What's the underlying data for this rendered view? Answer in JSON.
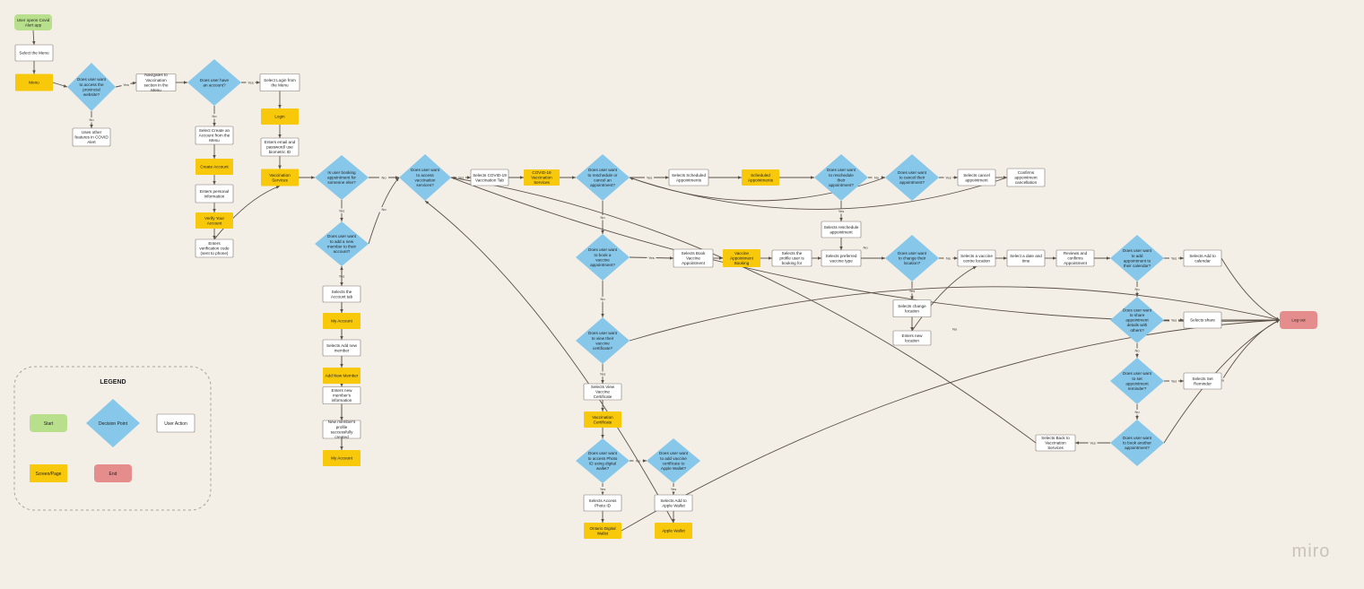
{
  "colors": {
    "background": "#f4efe6",
    "start": "#b8df8c",
    "decision": "#86c7ea",
    "screen": "#f8c80a",
    "action": "#ffffff",
    "end": "#e48d8c",
    "edge": "#5a5048"
  },
  "legend": {
    "title": "LEGEND",
    "items": [
      {
        "type": "start",
        "label": "Start"
      },
      {
        "type": "decision",
        "label": "Decision Point"
      },
      {
        "type": "action",
        "label": "User Action"
      },
      {
        "type": "screen",
        "label": "Screen/Page"
      },
      {
        "type": "end",
        "label": "End"
      }
    ]
  },
  "brand": "miro",
  "nodes": [
    {
      "id": "n1",
      "type": "start",
      "text": "User opens Covid Alert app"
    },
    {
      "id": "n2",
      "type": "action",
      "text": "Select the Menu"
    },
    {
      "id": "n3",
      "type": "screen",
      "text": "Menu"
    },
    {
      "id": "n4",
      "type": "decision",
      "text": "Does user want to access the provincial website?"
    },
    {
      "id": "n5",
      "type": "action",
      "text": "Uses other features in COVID Alert"
    },
    {
      "id": "n6",
      "type": "action",
      "text": "Navigates to Vaccination section in the Menu"
    },
    {
      "id": "n7",
      "type": "decision",
      "text": "Does user have an account?"
    },
    {
      "id": "n8",
      "type": "action",
      "text": "Select Login from the Menu"
    },
    {
      "id": "n9",
      "type": "screen",
      "text": "Login"
    },
    {
      "id": "n10",
      "type": "action",
      "text": "Enters email and password/ use biometric ID"
    },
    {
      "id": "n11",
      "type": "action",
      "text": "Select Create an Account from the Menu"
    },
    {
      "id": "n12",
      "type": "screen",
      "text": "Create Account"
    },
    {
      "id": "n13",
      "type": "action",
      "text": "Enters personal information"
    },
    {
      "id": "n14",
      "type": "screen",
      "text": "Verify Your Account"
    },
    {
      "id": "n15",
      "type": "action",
      "text": "Enters verification code (sent to phone)"
    },
    {
      "id": "n16",
      "type": "screen",
      "text": "Vaccination Services"
    },
    {
      "id": "n17",
      "type": "decision",
      "text": "Is user booking appointment for someone else?"
    },
    {
      "id": "n18",
      "type": "decision",
      "text": "Does user want to add a new member to their account?"
    },
    {
      "id": "n19",
      "type": "action",
      "text": "Selects the Account tab"
    },
    {
      "id": "n20",
      "type": "screen",
      "text": "My Account"
    },
    {
      "id": "n21",
      "type": "action",
      "text": "Selects Add new member"
    },
    {
      "id": "n22",
      "type": "screen",
      "text": "Add New Member"
    },
    {
      "id": "n23",
      "type": "action",
      "text": "Enters new member's information"
    },
    {
      "id": "n24",
      "type": "action",
      "text": "New member's profile successfully created"
    },
    {
      "id": "n25",
      "type": "screen",
      "text": "My Account"
    },
    {
      "id": "n26",
      "type": "decision",
      "text": "Does user want to access vaccination services?"
    },
    {
      "id": "n27",
      "type": "action",
      "text": "Selects COVID-19 Vaccination Tab"
    },
    {
      "id": "n28",
      "type": "screen",
      "text": "COVID-19 Vaccination Services"
    },
    {
      "id": "n29",
      "type": "decision",
      "text": "Does user want to reschedule or cancel an appointment?"
    },
    {
      "id": "n30",
      "type": "action",
      "text": "Selects Scheduled Appointments"
    },
    {
      "id": "n31",
      "type": "screen",
      "text": "Scheduled Appointments"
    },
    {
      "id": "n32",
      "type": "decision",
      "text": "Does user want to reschedule their appointment?"
    },
    {
      "id": "n33",
      "type": "decision",
      "text": "Does user want to cancel their appointment?"
    },
    {
      "id": "n34",
      "type": "action",
      "text": "Selects cancel appointment"
    },
    {
      "id": "n35",
      "type": "action",
      "text": "Confirms appointment cancellation"
    },
    {
      "id": "n36",
      "type": "action",
      "text": "Selects reschedule appointment"
    },
    {
      "id": "n37",
      "type": "decision",
      "text": "Does user want to book a vaccine appointment?"
    },
    {
      "id": "n38",
      "type": "action",
      "text": "Selects Book Vaccine Appointment"
    },
    {
      "id": "n39",
      "type": "screen",
      "text": "Vaccine Appointment Booking"
    },
    {
      "id": "n40",
      "type": "action",
      "text": "Selects the profile user is booking for"
    },
    {
      "id": "n41",
      "type": "action",
      "text": "Selects preferred vaccine type"
    },
    {
      "id": "n42",
      "type": "decision",
      "text": "Does user want to change their location?"
    },
    {
      "id": "n43",
      "type": "action",
      "text": "Selects change location"
    },
    {
      "id": "n44",
      "type": "action",
      "text": "Enters new location"
    },
    {
      "id": "n45",
      "type": "action",
      "text": "Selects a vaccine centre location"
    },
    {
      "id": "n46",
      "type": "action",
      "text": "Select a date and time"
    },
    {
      "id": "n47",
      "type": "action",
      "text": "Reviews and confirms Appointment"
    },
    {
      "id": "n48",
      "type": "decision",
      "text": "Does user want to add appointment to their calendar?"
    },
    {
      "id": "n49",
      "type": "action",
      "text": "Selects Add to calendar"
    },
    {
      "id": "n50",
      "type": "decision",
      "text": "Does user want to share appointment details with others?"
    },
    {
      "id": "n51",
      "type": "action",
      "text": "Selects share"
    },
    {
      "id": "n52",
      "type": "decision",
      "text": "Does user want to set appointment reminder?"
    },
    {
      "id": "n53",
      "type": "action",
      "text": "Selects Set Reminder"
    },
    {
      "id": "n54",
      "type": "decision",
      "text": "Does user want to book another appointment?"
    },
    {
      "id": "n55",
      "type": "action",
      "text": "Selects Back to Vaccination Services"
    },
    {
      "id": "n56",
      "type": "end",
      "text": "Log out"
    },
    {
      "id": "n57",
      "type": "decision",
      "text": "Does user want to view their vaccine certificate?"
    },
    {
      "id": "n58",
      "type": "action",
      "text": "Selects View Vaccine Certificate"
    },
    {
      "id": "n59",
      "type": "screen",
      "text": "Vaccination Certificate"
    },
    {
      "id": "n60",
      "type": "decision",
      "text": "Does user want to access Photo ID using digital wallet?"
    },
    {
      "id": "n61",
      "type": "decision",
      "text": "Does user want to add vaccine certificate to Apple Wallet?"
    },
    {
      "id": "n62",
      "type": "action",
      "text": "Selects Access Photo ID"
    },
    {
      "id": "n63",
      "type": "screen",
      "text": "Ontario Digital Wallet"
    },
    {
      "id": "n64",
      "type": "action",
      "text": "Selects Add to Apple Wallet"
    },
    {
      "id": "n65",
      "type": "screen",
      "text": "Apple Wallet"
    }
  ],
  "edges": [
    {
      "from": "n1",
      "to": "n2",
      "label": ""
    },
    {
      "from": "n2",
      "to": "n3",
      "label": ""
    },
    {
      "from": "n3",
      "to": "n4",
      "label": ""
    },
    {
      "from": "n4",
      "to": "n6",
      "label": "Yes"
    },
    {
      "from": "n4",
      "to": "n5",
      "label": "No"
    },
    {
      "from": "n6",
      "to": "n7",
      "label": ""
    },
    {
      "from": "n7",
      "to": "n8",
      "label": "Yes"
    },
    {
      "from": "n7",
      "to": "n11",
      "label": "No"
    },
    {
      "from": "n8",
      "to": "n9",
      "label": ""
    },
    {
      "from": "n9",
      "to": "n10",
      "label": ""
    },
    {
      "from": "n10",
      "to": "n16",
      "label": ""
    },
    {
      "from": "n11",
      "to": "n12",
      "label": ""
    },
    {
      "from": "n12",
      "to": "n13",
      "label": ""
    },
    {
      "from": "n13",
      "to": "n14",
      "label": ""
    },
    {
      "from": "n14",
      "to": "n15",
      "label": ""
    },
    {
      "from": "n15",
      "to": "n16",
      "label": ""
    },
    {
      "from": "n16",
      "to": "n17",
      "label": ""
    },
    {
      "from": "n17",
      "to": "n26",
      "label": "No"
    },
    {
      "from": "n17",
      "to": "n18",
      "label": "Yes"
    },
    {
      "from": "n18",
      "to": "n19",
      "label": "Yes"
    },
    {
      "from": "n18",
      "to": "n26",
      "label": "No"
    },
    {
      "from": "n19",
      "to": "n20",
      "label": ""
    },
    {
      "from": "n20",
      "to": "n21",
      "label": ""
    },
    {
      "from": "n21",
      "to": "n22",
      "label": ""
    },
    {
      "from": "n22",
      "to": "n23",
      "label": ""
    },
    {
      "from": "n23",
      "to": "n24",
      "label": ""
    },
    {
      "from": "n24",
      "to": "n25",
      "label": ""
    },
    {
      "from": "n25",
      "to": "n18",
      "label": ""
    },
    {
      "from": "n26",
      "to": "n27",
      "label": "Yes"
    },
    {
      "from": "n26",
      "to": "n56",
      "label": "No"
    },
    {
      "from": "n27",
      "to": "n28",
      "label": ""
    },
    {
      "from": "n28",
      "to": "n29",
      "label": ""
    },
    {
      "from": "n29",
      "to": "n30",
      "label": "Yes"
    },
    {
      "from": "n29",
      "to": "n37",
      "label": "No"
    },
    {
      "from": "n30",
      "to": "n31",
      "label": ""
    },
    {
      "from": "n31",
      "to": "n32",
      "label": ""
    },
    {
      "from": "n32",
      "to": "n33",
      "label": "No"
    },
    {
      "from": "n32",
      "to": "n36",
      "label": "Yes"
    },
    {
      "from": "n33",
      "to": "n34",
      "label": "Yes"
    },
    {
      "from": "n33",
      "to": "n29",
      "label": "No"
    },
    {
      "from": "n34",
      "to": "n35",
      "label": ""
    },
    {
      "from": "n35",
      "to": "n29",
      "label": ""
    },
    {
      "from": "n36",
      "to": "n41",
      "label": ""
    },
    {
      "from": "n37",
      "to": "n38",
      "label": "Yes"
    },
    {
      "from": "n37",
      "to": "n57",
      "label": "No"
    },
    {
      "from": "n38",
      "to": "n39",
      "label": ""
    },
    {
      "from": "n39",
      "to": "n40",
      "label": ""
    },
    {
      "from": "n40",
      "to": "n41",
      "label": ""
    },
    {
      "from": "n41",
      "to": "n42",
      "label": ""
    },
    {
      "from": "n42",
      "to": "n45",
      "label": "No"
    },
    {
      "from": "n42",
      "to": "n43",
      "label": "Yes"
    },
    {
      "from": "n43",
      "to": "n44",
      "label": ""
    },
    {
      "from": "n44",
      "to": "n45",
      "label": ""
    },
    {
      "from": "n45",
      "to": "n46",
      "label": ""
    },
    {
      "from": "n46",
      "to": "n47",
      "label": ""
    },
    {
      "from": "n47",
      "to": "n48",
      "label": ""
    },
    {
      "from": "n48",
      "to": "n49",
      "label": "Yes"
    },
    {
      "from": "n48",
      "to": "n50",
      "label": "No"
    },
    {
      "from": "n49",
      "to": "n56",
      "label": ""
    },
    {
      "from": "n50",
      "to": "n51",
      "label": "Yes"
    },
    {
      "from": "n50",
      "to": "n52",
      "label": "No"
    },
    {
      "from": "n51",
      "to": "n56",
      "label": ""
    },
    {
      "from": "n52",
      "to": "n53",
      "label": "Yes"
    },
    {
      "from": "n52",
      "to": "n54",
      "label": "No"
    },
    {
      "from": "n53",
      "to": "n56",
      "label": ""
    },
    {
      "from": "n54",
      "to": "n55",
      "label": "Yes"
    },
    {
      "from": "n54",
      "to": "n56",
      "label": "No"
    },
    {
      "from": "n55",
      "to": "n26",
      "label": ""
    },
    {
      "from": "n57",
      "to": "n58",
      "label": "Yes"
    },
    {
      "from": "n57",
      "to": "n56",
      "label": "No"
    },
    {
      "from": "n58",
      "to": "n59",
      "label": ""
    },
    {
      "from": "n59",
      "to": "n60",
      "label": ""
    },
    {
      "from": "n60",
      "to": "n62",
      "label": "Yes"
    },
    {
      "from": "n60",
      "to": "n61",
      "label": "No"
    },
    {
      "from": "n61",
      "to": "n64",
      "label": "Yes"
    },
    {
      "from": "n62",
      "to": "n63",
      "label": ""
    },
    {
      "from": "n64",
      "to": "n65",
      "label": ""
    },
    {
      "from": "n63",
      "to": "n56",
      "label": ""
    },
    {
      "from": "n65",
      "to": "n26",
      "label": ""
    }
  ]
}
